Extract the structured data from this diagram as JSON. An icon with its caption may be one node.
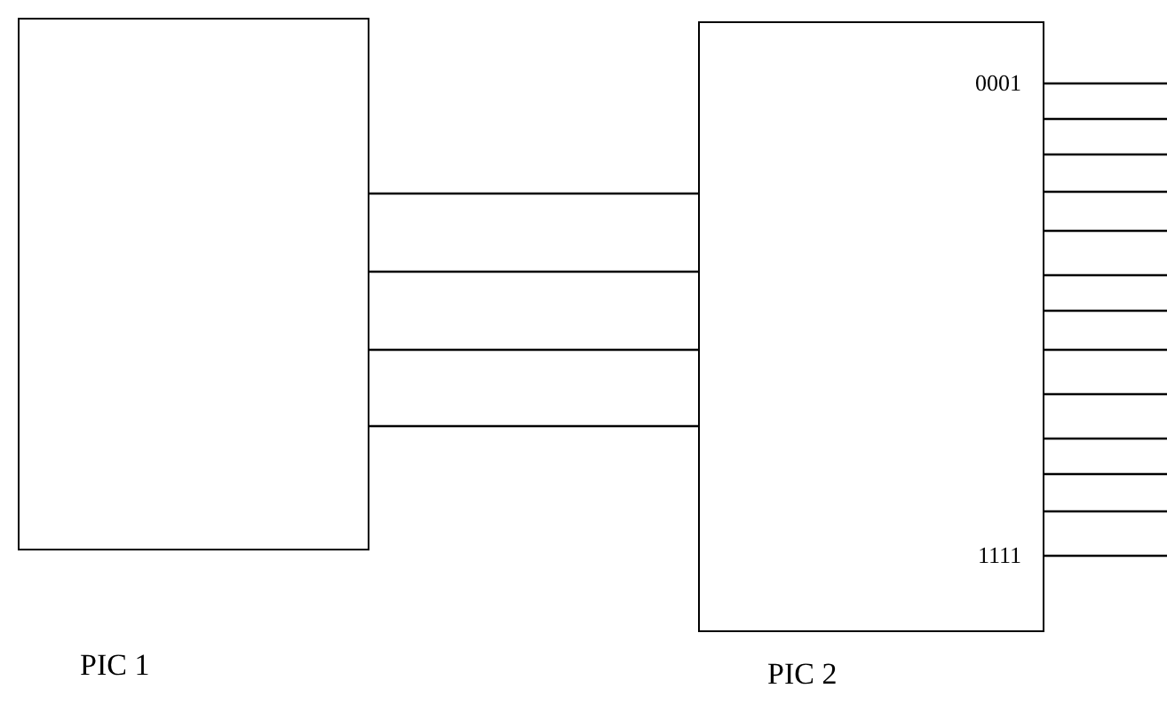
{
  "diagram": {
    "nodes": [
      {
        "text": [],
        "shape": "box",
        "beside": [
          "PIC 1"
        ]
      },
      {
        "text": [
          "0001",
          "1111"
        ],
        "beside": [
          "PIC 2"
        ]
      }
    ],
    "edges": [
      {
        "from": 0,
        "to": 1,
        "arrow": "none"
      },
      {
        "from": 0,
        "to": 1,
        "arrow": "none"
      },
      {
        "from": 0,
        "to": 1,
        "arrow": "none"
      },
      {
        "from": 0,
        "to": 1,
        "arrow": "none"
      },
      {
        "from": 1,
        "to": null,
        "arrow": "none"
      },
      {
        "from": 1,
        "to": null,
        "arrow": "none"
      },
      {
        "from": 1,
        "to": null,
        "arrow": "none"
      },
      {
        "from": 1,
        "to": null,
        "arrow": "none"
      },
      {
        "from": 1,
        "to": null,
        "arrow": "none"
      },
      {
        "from": 1,
        "to": null,
        "arrow": "none"
      },
      {
        "from": 1,
        "to": null,
        "arrow": "none"
      },
      {
        "from": 1,
        "to": null,
        "arrow": "none"
      },
      {
        "from": 1,
        "to": null,
        "arrow": "none"
      },
      {
        "from": 1,
        "to": null,
        "arrow": "none"
      },
      {
        "from": 1,
        "to": null,
        "arrow": "none"
      },
      {
        "from": 1,
        "to": null,
        "arrow": "none"
      },
      {
        "from": 1,
        "to": null,
        "arrow": "none"
      }
    ]
  }
}
